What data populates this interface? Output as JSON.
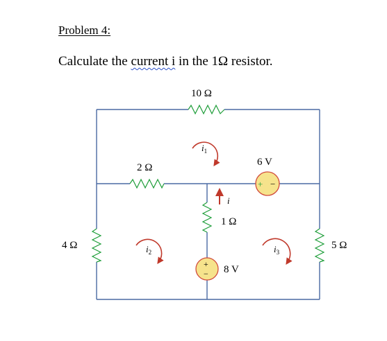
{
  "heading": "Problem 4:",
  "problem": {
    "prefix": "Calculate the ",
    "squiggled": "current  i",
    "suffix": "  in the 1Ω resistor."
  },
  "circuit": {
    "resistors": {
      "r_top": "10 Ω",
      "r_mid": "2 Ω",
      "r_left": "4 Ω",
      "r_center": "1 Ω",
      "r_right": "5 Ω"
    },
    "sources": {
      "v_right": "6 V",
      "v_center": "8 V",
      "plus": "+",
      "minus": "−"
    },
    "currents": {
      "i": "i",
      "i1": "i",
      "i1_sub": "1",
      "i2": "i",
      "i2_sub": "2",
      "i3": "i",
      "i3_sub": "3"
    }
  },
  "colors": {
    "wire": "#4a6aa3",
    "resistor": "#1f9e3a",
    "source_fill": "#f6e38c",
    "source_stroke": "#d14b3c",
    "arrow": "#c0392b",
    "squiggle": "#2b50c8"
  }
}
